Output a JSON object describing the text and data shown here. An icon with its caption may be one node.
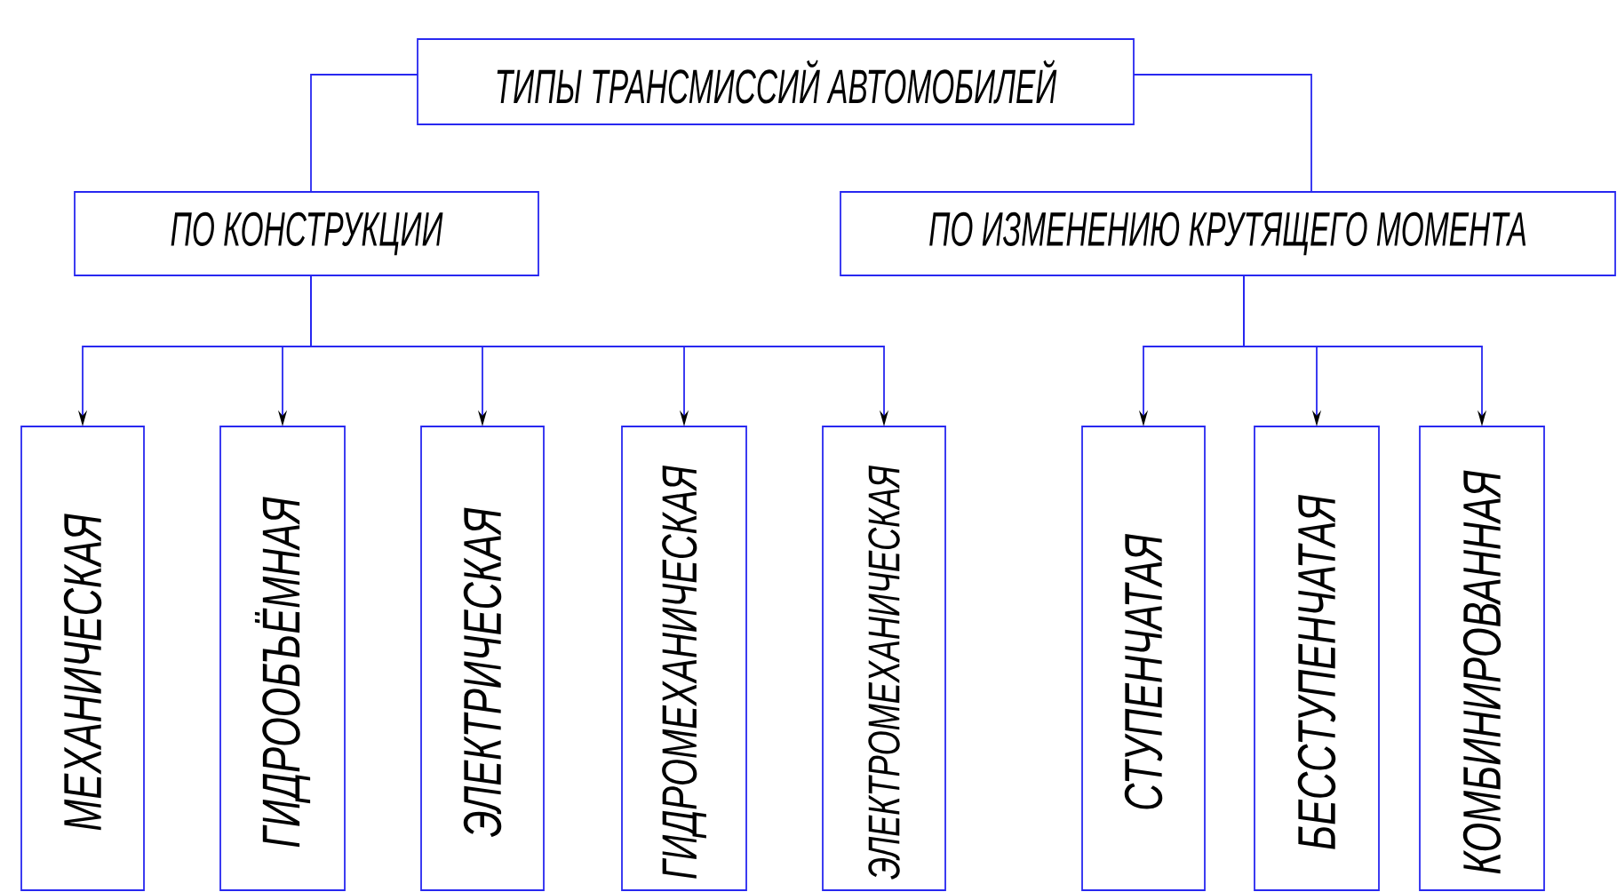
{
  "diagram": {
    "nodes": [
      {
        "text": [
          "ТИПЫ ТРАНСМИССИЙ АВТОМОБИЛЕЙ"
        ]
      },
      {
        "text": [
          "ПО КОНСТРУКЦИИ"
        ]
      },
      {
        "text": [
          "ПО ИЗМЕНЕНИЮ КРУТЯЩЕГО МОМЕНТА"
        ]
      },
      {
        "text": [
          "МЕХАНИЧЕСКАЯ"
        ]
      },
      {
        "text": [
          "ГИДРООБЪЁМНАЯ"
        ]
      },
      {
        "text": [
          "ЭЛЕКТРИЧЕСКАЯ"
        ]
      },
      {
        "text": [
          "ГИДРОМЕХАНИЧЕСКАЯ"
        ]
      },
      {
        "text": [
          "ЭЛЕКТРОМЕХАНИЧЕСКАЯ"
        ]
      },
      {
        "text": [
          "СТУПЕНЧАТАЯ"
        ]
      },
      {
        "text": [
          "БЕССТУПЕНЧАТАЯ"
        ]
      },
      {
        "text": [
          "КОМБИНИРОВАННАЯ"
        ]
      }
    ],
    "edges": [
      {
        "from": 0,
        "to": 1,
        "arrow": "none"
      },
      {
        "from": 0,
        "to": 2,
        "arrow": "none"
      },
      {
        "from": 1,
        "to": 3,
        "arrow": "to"
      },
      {
        "from": 1,
        "to": 4,
        "arrow": "to"
      },
      {
        "from": 1,
        "to": 5,
        "arrow": "to"
      },
      {
        "from": 1,
        "to": 6,
        "arrow": "to"
      },
      {
        "from": 1,
        "to": 7,
        "arrow": "to"
      },
      {
        "from": 2,
        "to": 8,
        "arrow": "to"
      },
      {
        "from": 2,
        "to": 9,
        "arrow": "to"
      },
      {
        "from": 2,
        "to": 10,
        "arrow": "to"
      }
    ]
  }
}
